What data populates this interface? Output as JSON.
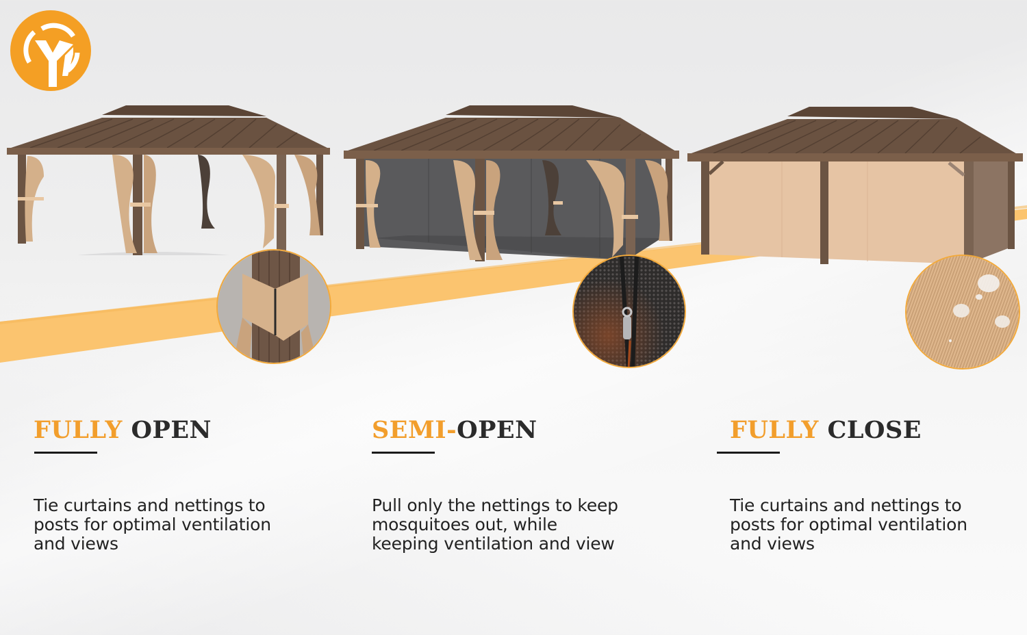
{
  "brand": {
    "logo_icon": "y-monogram-logo-icon",
    "accent_color": "#f29e2c",
    "stripe_color": "#fbc46f"
  },
  "panels": [
    {
      "mode": "fully-open",
      "title_accent": "FULLY",
      "title_rest": " OPEN",
      "description_lines": [
        "Tie curtains and nettings to",
        "posts for optimal ventilation",
        "and views"
      ],
      "image": "gazebo-curtains-tied-to-posts",
      "detail_image": "curtain-tie-wrap-closeup"
    },
    {
      "mode": "semi-open",
      "title_accent": "SEMI-",
      "title_rest": "OPEN",
      "description_lines": [
        "Pull only the nettings to keep",
        "mosquitoes out, while",
        "keeping ventilation and view"
      ],
      "image": "gazebo-nettings-closed",
      "detail_image": "netting-zipper-closeup"
    },
    {
      "mode": "fully-close",
      "title_accent": "FULLY",
      "title_rest": " CLOSE",
      "description_lines": [
        "Tie curtains and nettings to",
        "posts for optimal ventilation",
        "and views"
      ],
      "image": "gazebo-curtains-closed",
      "detail_image": "waterproof-fabric-closeup"
    }
  ],
  "colors": {
    "roof": "#5e4a3c",
    "post": "#6b5443",
    "curtain": "#d4b08a",
    "netting": "#5a5a5c",
    "closed_curtain": "#e6c4a4",
    "title_dark": "#2b2b2b",
    "rule": "#1a1a1a"
  }
}
